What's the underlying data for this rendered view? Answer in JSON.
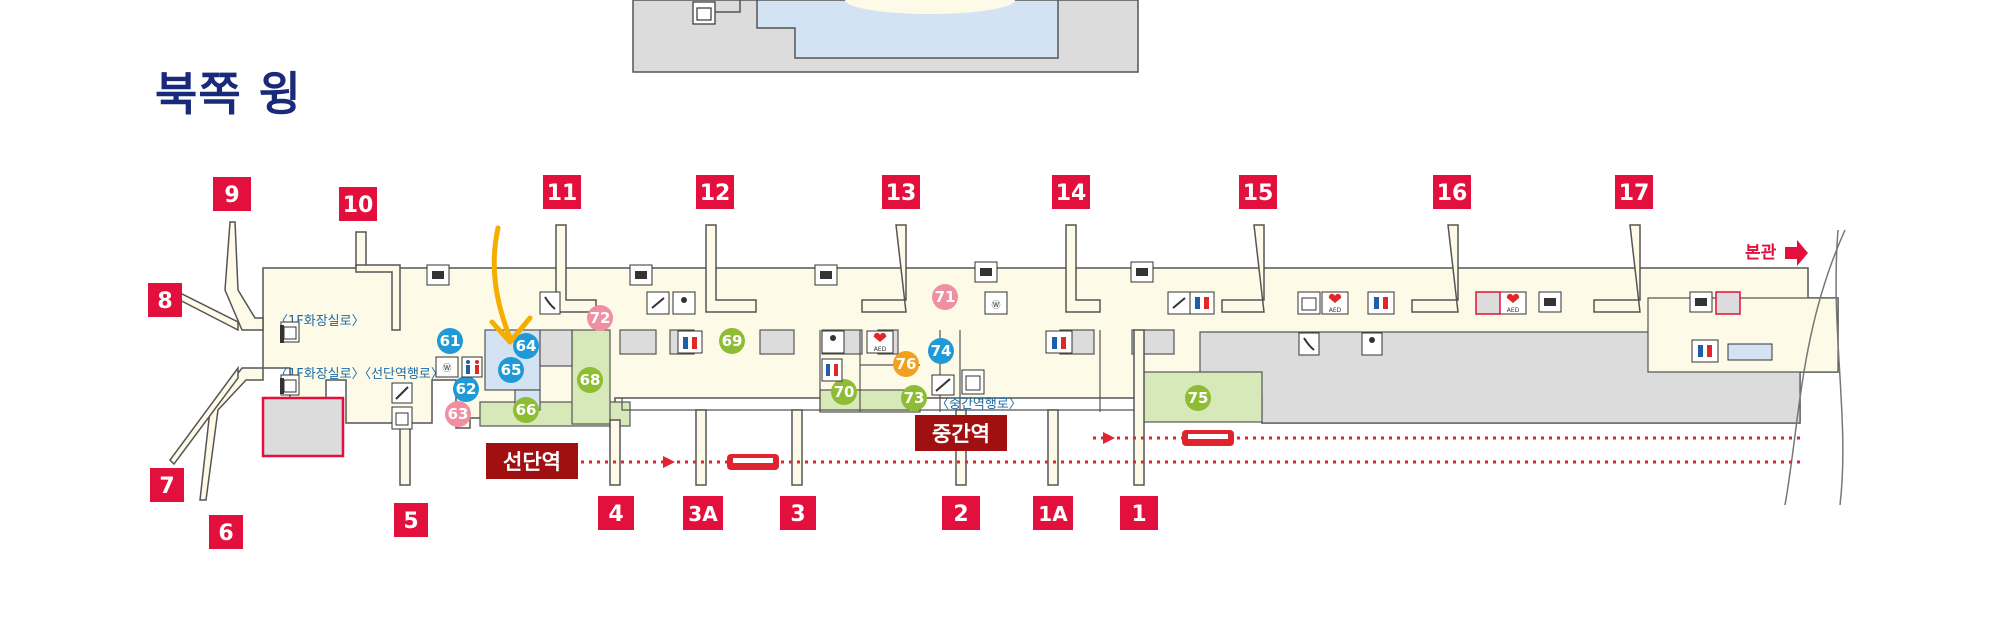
{
  "title": "북쪽 윙",
  "main_hall_label": "본관",
  "labels": {
    "corridor_1f_upper": "〈1F화장실로〉",
    "corridor_1f_lower": "〈1F화장실로〉〈선단역행로〉",
    "mid_station_way": "〈중간역행로〉",
    "station_tip": "선단역",
    "station_mid": "중간역",
    "aed": "AED"
  },
  "gates_top": [
    "9",
    "10",
    "11",
    "12",
    "13",
    "14",
    "15",
    "16",
    "17"
  ],
  "gates_bottom": [
    "7",
    "6",
    "5",
    "4",
    "3A",
    "3",
    "2",
    "1A",
    "1"
  ],
  "gate_side": "8",
  "shops": {
    "blue": [
      "61",
      "62",
      "64",
      "65",
      "74"
    ],
    "pink": [
      "63",
      "71",
      "72"
    ],
    "green": [
      "66",
      "68",
      "69",
      "70",
      "73",
      "75"
    ],
    "orange": [
      "76"
    ]
  },
  "colors": {
    "gate_red": "#e30f3d",
    "station_dark": "#a01010",
    "title_navy": "#1a2a7a",
    "floor_cream": "#fdfbe8",
    "gray_area": "#dcdcdc",
    "green_area": "#d7e9b9",
    "blue_area": "#d4e3f4",
    "shop_blue": "#1f9ad6",
    "shop_pink": "#f08fa3",
    "shop_green": "#8ebd35",
    "shop_orange": "#f2a01d",
    "train_red": "#e0242f",
    "arrow_annotation": "#f5ad00"
  },
  "icons": [
    "restroom-icon",
    "phone-icon",
    "nursing-icon",
    "escalator-icon",
    "elevator-icon",
    "aed-icon",
    "smoking-icon",
    "currency-exchange-icon",
    "prayer-icon",
    "train-icon"
  ]
}
